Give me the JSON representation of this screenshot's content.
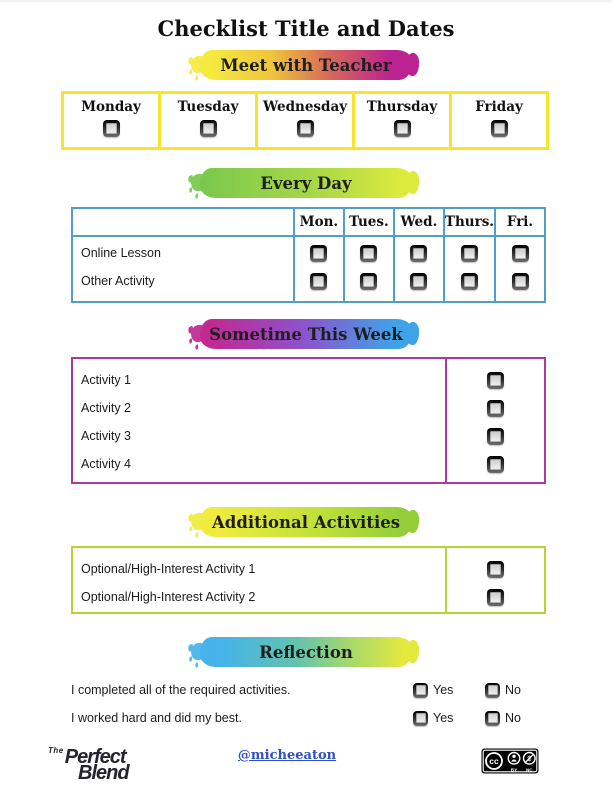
{
  "page": {
    "title": "Checklist Title and Dates"
  },
  "sections": {
    "meet_with_teacher": {
      "banner": "Meet with Teacher",
      "days": [
        "Monday",
        "Tuesday",
        "Wednesday",
        "Thursday",
        "Friday"
      ]
    },
    "every_day": {
      "banner": "Every Day",
      "day_abbrs": [
        "Mon.",
        "Tues.",
        "Wed.",
        "Thurs.",
        "Fri."
      ],
      "rows": [
        "Online Lesson",
        "Other Activity"
      ]
    },
    "sometime_this_week": {
      "banner": "Sometime This Week",
      "rows": [
        "Activity 1",
        "Activity 2",
        "Activity 3",
        "Activity 4"
      ]
    },
    "additional_activities": {
      "banner": "Additional Activities",
      "rows": [
        "Optional/High-Interest Activity 1",
        "Optional/High-Interest Activity 2"
      ]
    },
    "reflection": {
      "banner": "Reflection",
      "statements": [
        "I completed all of the required activities.",
        "I worked hard and did my best."
      ],
      "yes_label": "Yes",
      "no_label": "No"
    }
  },
  "footer": {
    "logo": {
      "the": "The",
      "perfect": "Perfect",
      "blend": "Blend"
    },
    "handle": "@micheeaton",
    "license": {
      "cc": "cc",
      "by": "BY",
      "nc": "NC"
    }
  },
  "colors": {
    "meet_table_border": "#f8e42b",
    "every_day_table_border": "#4f9fca",
    "sometime_table_border": "#a93a9f",
    "additional_table_border": "#b5d335",
    "link_blue": "#2f4ec9",
    "banner_meet_gradient": [
      "#f6e93f",
      "#bc2290"
    ],
    "banner_every_day_gradient": [
      "#79c84e",
      "#dcea3e"
    ],
    "banner_sometime_gradient": [
      "#c02a92",
      "#8e52cc",
      "#3fa3e8"
    ],
    "banner_additional_gradient": [
      "#f0eb3e",
      "#93ce39"
    ],
    "banner_reflection_gradient": [
      "#45b3e9",
      "#a9d969",
      "#e4e93e"
    ]
  }
}
